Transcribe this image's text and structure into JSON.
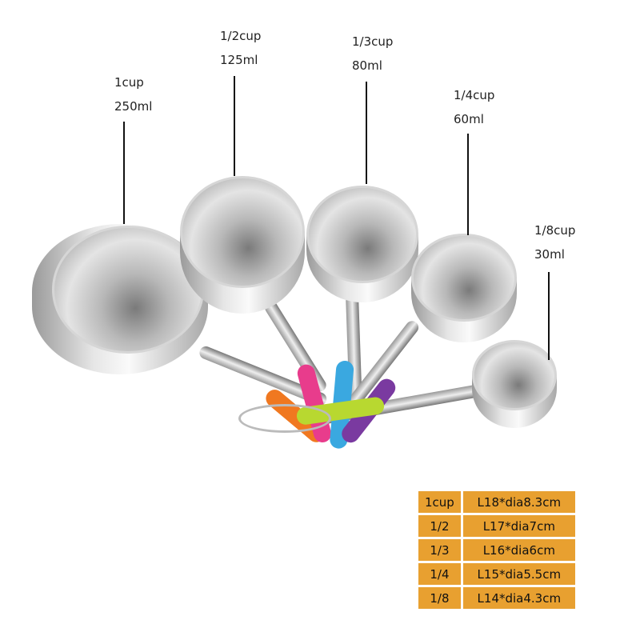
{
  "labels": [
    {
      "cup": "1cup",
      "ml": "250ml"
    },
    {
      "cup": "1/2cup",
      "ml": "125ml"
    },
    {
      "cup": "1/3cup",
      "ml": "80ml"
    },
    {
      "cup": "1/4cup",
      "ml": "60ml"
    },
    {
      "cup": "1/8cup",
      "ml": "30ml"
    }
  ],
  "table": [
    {
      "size": "1cup",
      "dims": "L18*dia8.3cm"
    },
    {
      "size": "1/2",
      "dims": "L17*dia7cm"
    },
    {
      "size": "1/3",
      "dims": "L16*dia6cm"
    },
    {
      "size": "1/4",
      "dims": "L15*dia5.5cm"
    },
    {
      "size": "1/8",
      "dims": "L14*dia4.3cm"
    }
  ],
  "colors": {
    "table_bg": "#e8a030",
    "grips": [
      "#f07820",
      "#e83c8c",
      "#3aa8e0",
      "#7a3aa0",
      "#b8d830"
    ]
  }
}
